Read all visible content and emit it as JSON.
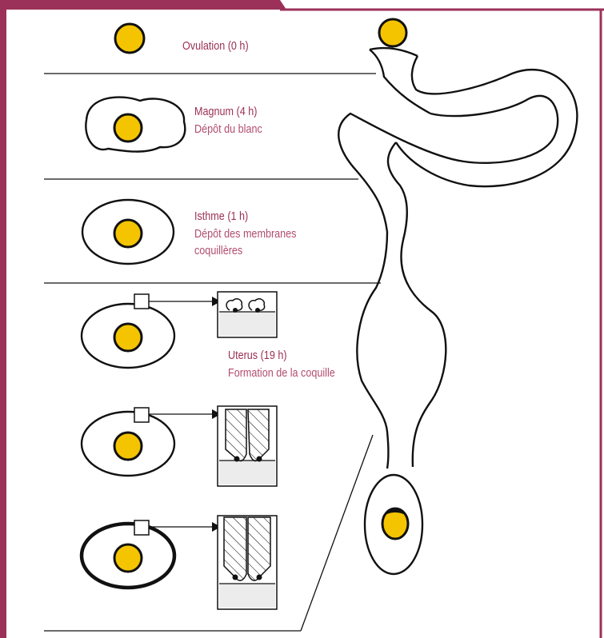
{
  "colors": {
    "accent": "#9b3158",
    "yolk": "#f5c400",
    "yolk_shade": "#111111",
    "line": "#111111",
    "panel_fill": "#ececec"
  },
  "stages": [
    {
      "title": "Ovulation (0 h)",
      "subtitle": ""
    },
    {
      "title": "Magnum (4 h)",
      "subtitle": "Dépôt du blanc"
    },
    {
      "title": "Isthme (1 h)",
      "subtitle": "Dépôt des membranes",
      "subtitle2": "coquillères"
    },
    {
      "title": "Uterus (19 h)",
      "subtitle": "Formation de la coquille"
    }
  ],
  "icons": [
    "yolk-icon",
    "egg-icon",
    "shell-detail-icon",
    "oviduct-icon"
  ]
}
